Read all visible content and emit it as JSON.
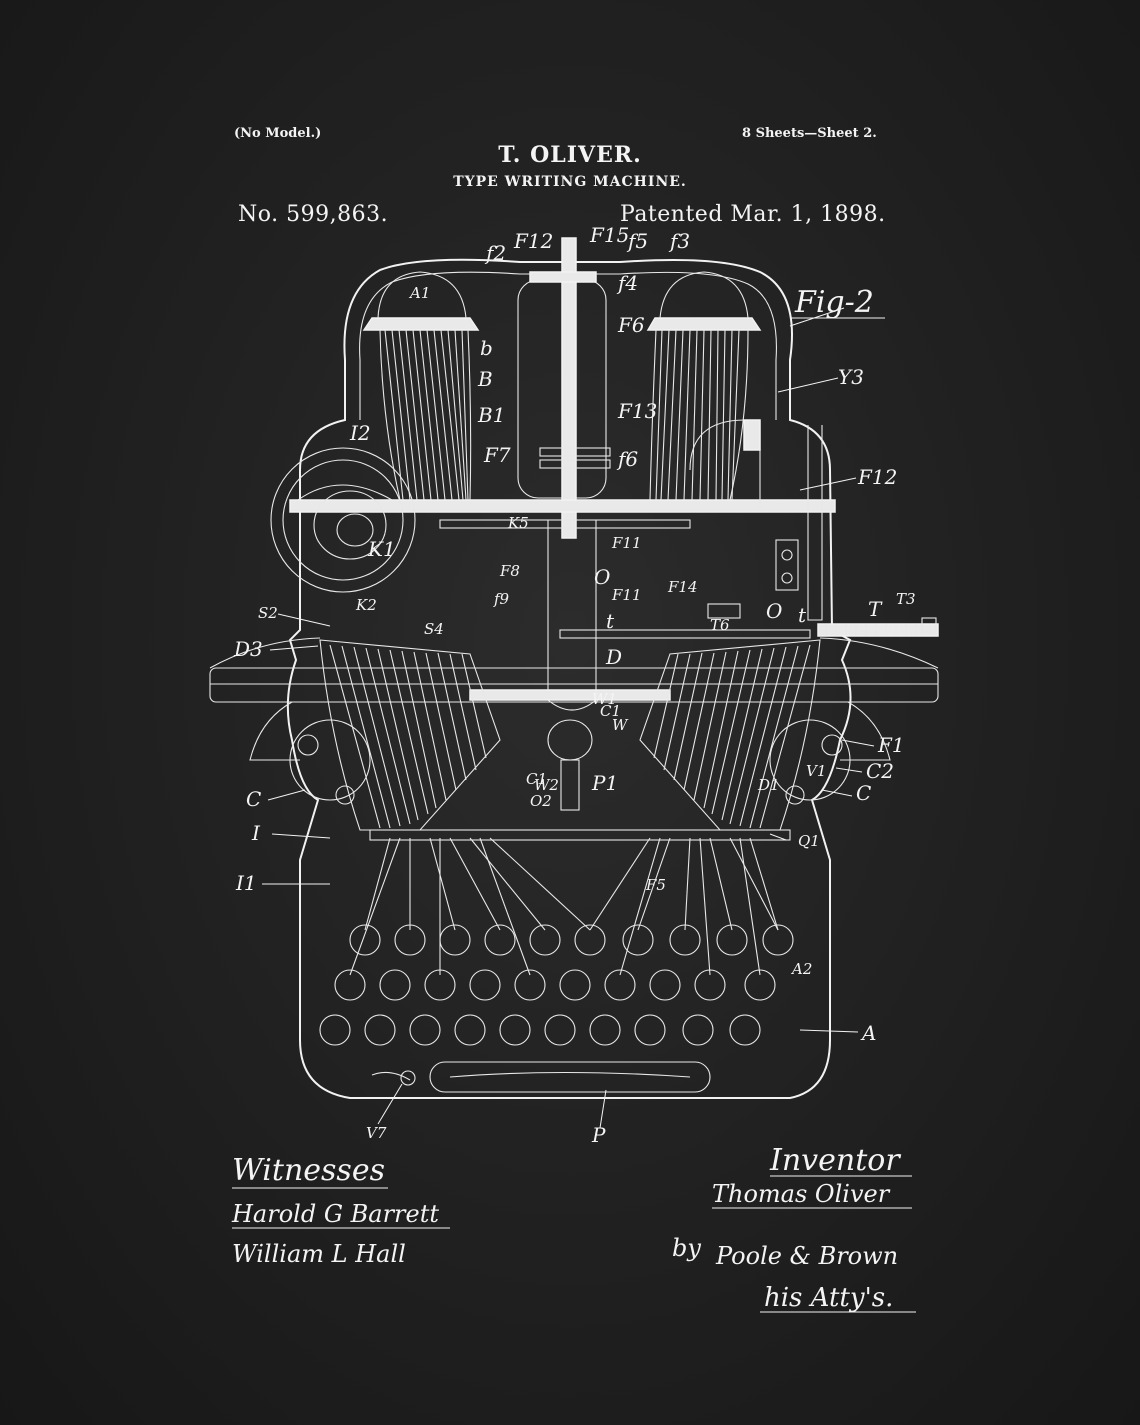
{
  "header": {
    "no_model": "(No Model.)",
    "sheets": "8 Sheets—Sheet 2.",
    "inventor": "T. OLIVER.",
    "title": "TYPE WRITING MACHINE.",
    "patent_number": "No. 599,863.",
    "patent_date": "Patented Mar. 1, 1898."
  },
  "figure": {
    "label": "Fig-2",
    "reference_labels": [
      "f2",
      "F12",
      "F15",
      "f5",
      "f3",
      "f4",
      "A1",
      "b",
      "B",
      "B1",
      "F6",
      "F13",
      "F7",
      "f6",
      "Y3",
      "I2",
      "F12",
      "K1",
      "K5",
      "F8",
      "F11",
      "F14",
      "f9",
      "O",
      "S2",
      "K2",
      "S4",
      "F11",
      "t",
      "O",
      "T",
      "T3",
      "D3",
      "T6",
      "t",
      "D",
      "W1",
      "C1",
      "W",
      "V1",
      "F1",
      "C2",
      "C",
      "C1",
      "W2",
      "O2",
      "P1",
      "D1",
      "C",
      "I",
      "Q1",
      "I1",
      "F5",
      "A2",
      "A",
      "V7",
      "P"
    ]
  },
  "signatures": {
    "witnesses_heading": "Witnesses",
    "witness_1": "Harold G Barrett",
    "witness_2": "William L Hall",
    "inventor_heading": "Inventor",
    "inventor_name": "Thomas Oliver",
    "by": "by",
    "attorneys": "Poole & Brown",
    "attorneys_suffix": "his Atty's."
  }
}
